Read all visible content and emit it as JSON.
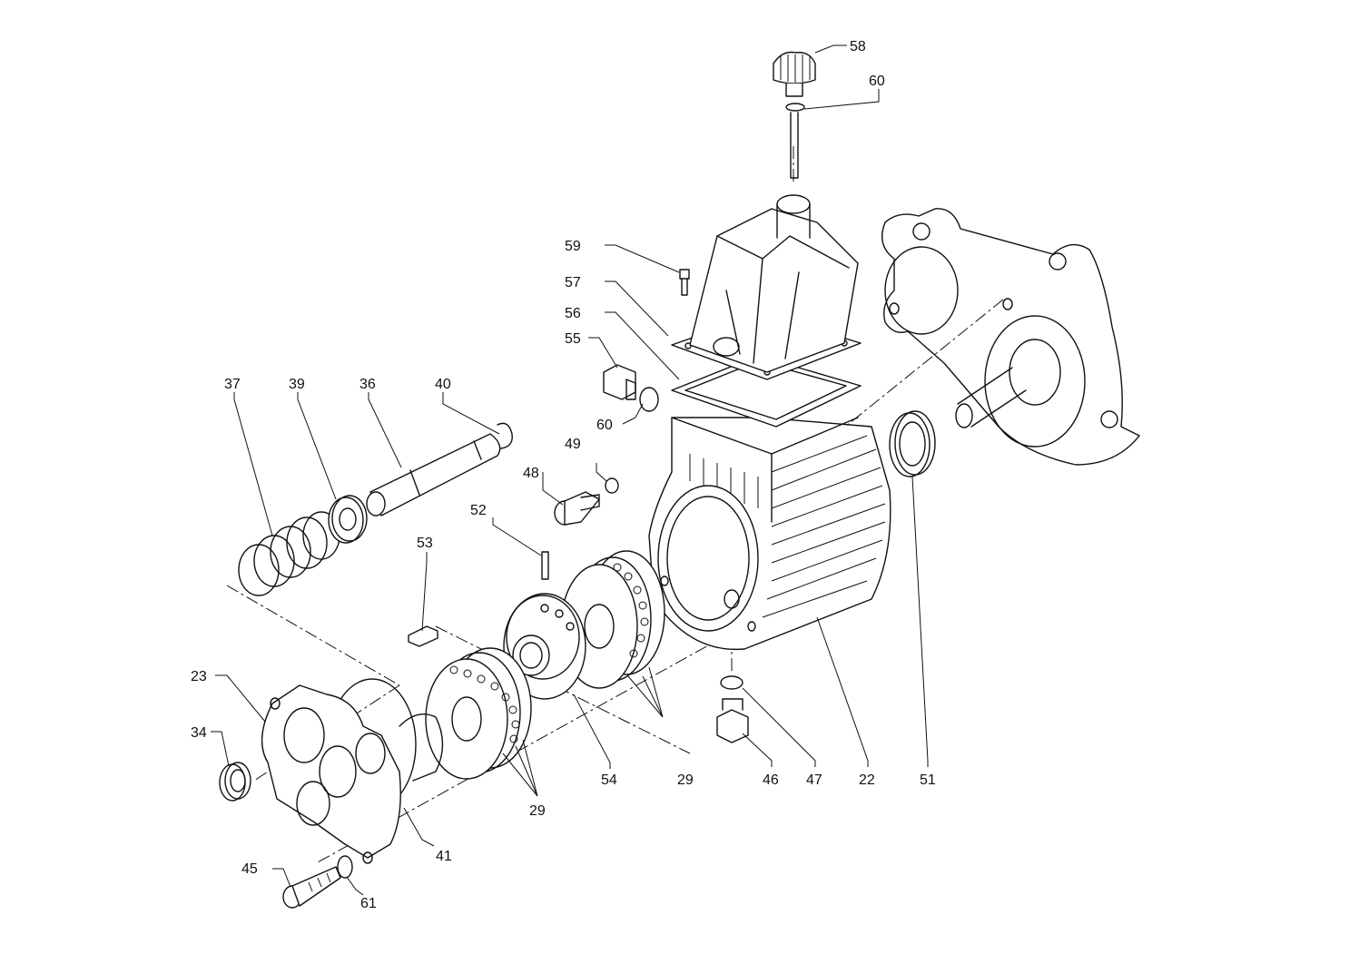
{
  "diagram": {
    "part_numbers": {
      "p58": "58",
      "p60a": "60",
      "p59": "59",
      "p57": "57",
      "p56": "56",
      "p55": "55",
      "p60b": "60",
      "p49": "49",
      "p48": "48",
      "p37": "37",
      "p39": "39",
      "p36": "36",
      "p40": "40",
      "p52": "52",
      "p53": "53",
      "p23": "23",
      "p34": "34",
      "p45": "45",
      "p61": "61",
      "p41": "41",
      "p29a": "29",
      "p54": "54",
      "p29b": "29",
      "p46": "46",
      "p47": "47",
      "p22": "22",
      "p51": "51"
    }
  }
}
